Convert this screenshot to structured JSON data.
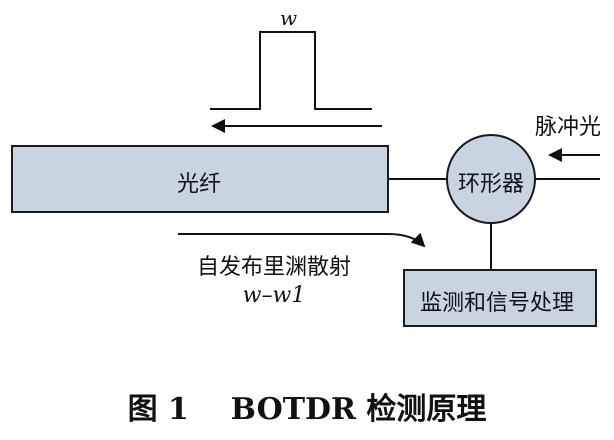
{
  "pulse": {
    "width_label": "w"
  },
  "input": {
    "label": "脉冲光"
  },
  "fiber": {
    "label": "光纤"
  },
  "circulator": {
    "label": "环形器"
  },
  "scatter": {
    "label": "自发布里渊散射",
    "freq_label": "w–w1"
  },
  "processor": {
    "label": "监测和信号处理"
  },
  "caption": "图 1    BOTDR 检测原理",
  "colors": {
    "fiber_fill": "#c9d4e3",
    "circulator_fill": "#c9d4e3",
    "processor_fill": "#c9d4e3",
    "stroke": "#1a1a1a"
  }
}
